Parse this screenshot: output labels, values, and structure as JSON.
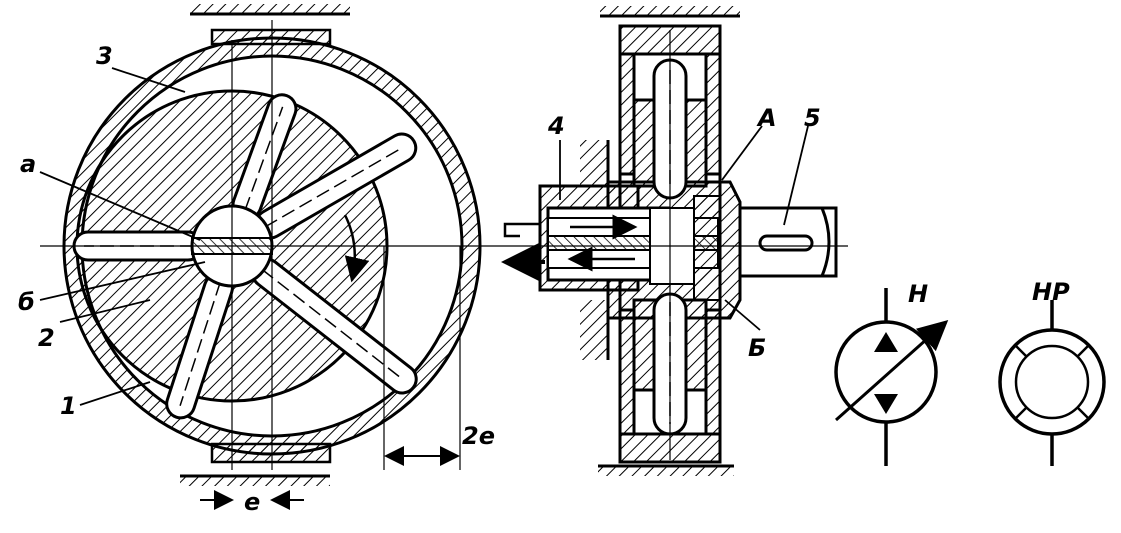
{
  "labels": {
    "part_3": "3",
    "port_a": "a",
    "port_b": "б",
    "part_2": "2",
    "part_1": "1",
    "part_4": "4",
    "chamber_A": "A",
    "part_5": "5",
    "chamber_B": "Б",
    "symbol_H": "Н",
    "symbol_HP": "НР",
    "dim_2e": "2е",
    "dim_e": "е"
  },
  "colors": {
    "ink": "#000000",
    "paper": "#ffffff"
  }
}
